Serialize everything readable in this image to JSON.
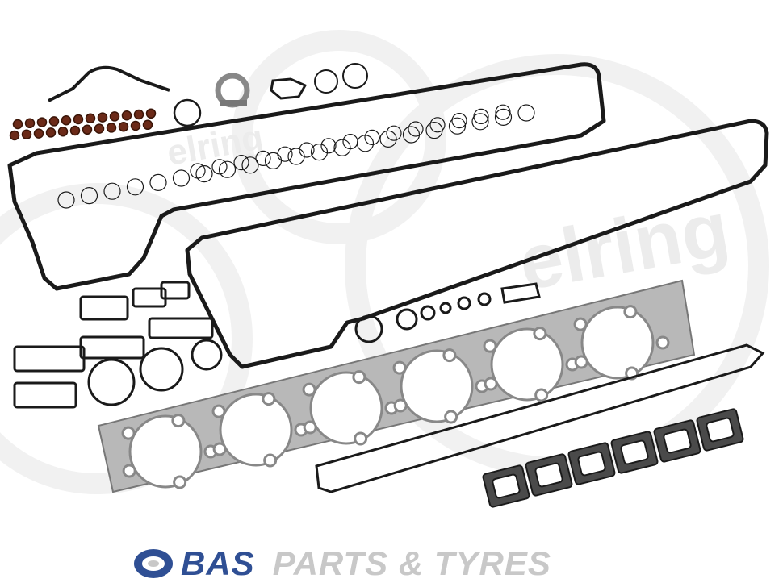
{
  "watermark": {
    "text": "elring"
  },
  "product": {
    "description": "gasket-set-photo"
  },
  "logo": {
    "brand_main": "BAS",
    "brand_sub": "PARTS & TYRES",
    "primary_color": "#2f4f94",
    "secondary_color": "#c8c8c8"
  }
}
